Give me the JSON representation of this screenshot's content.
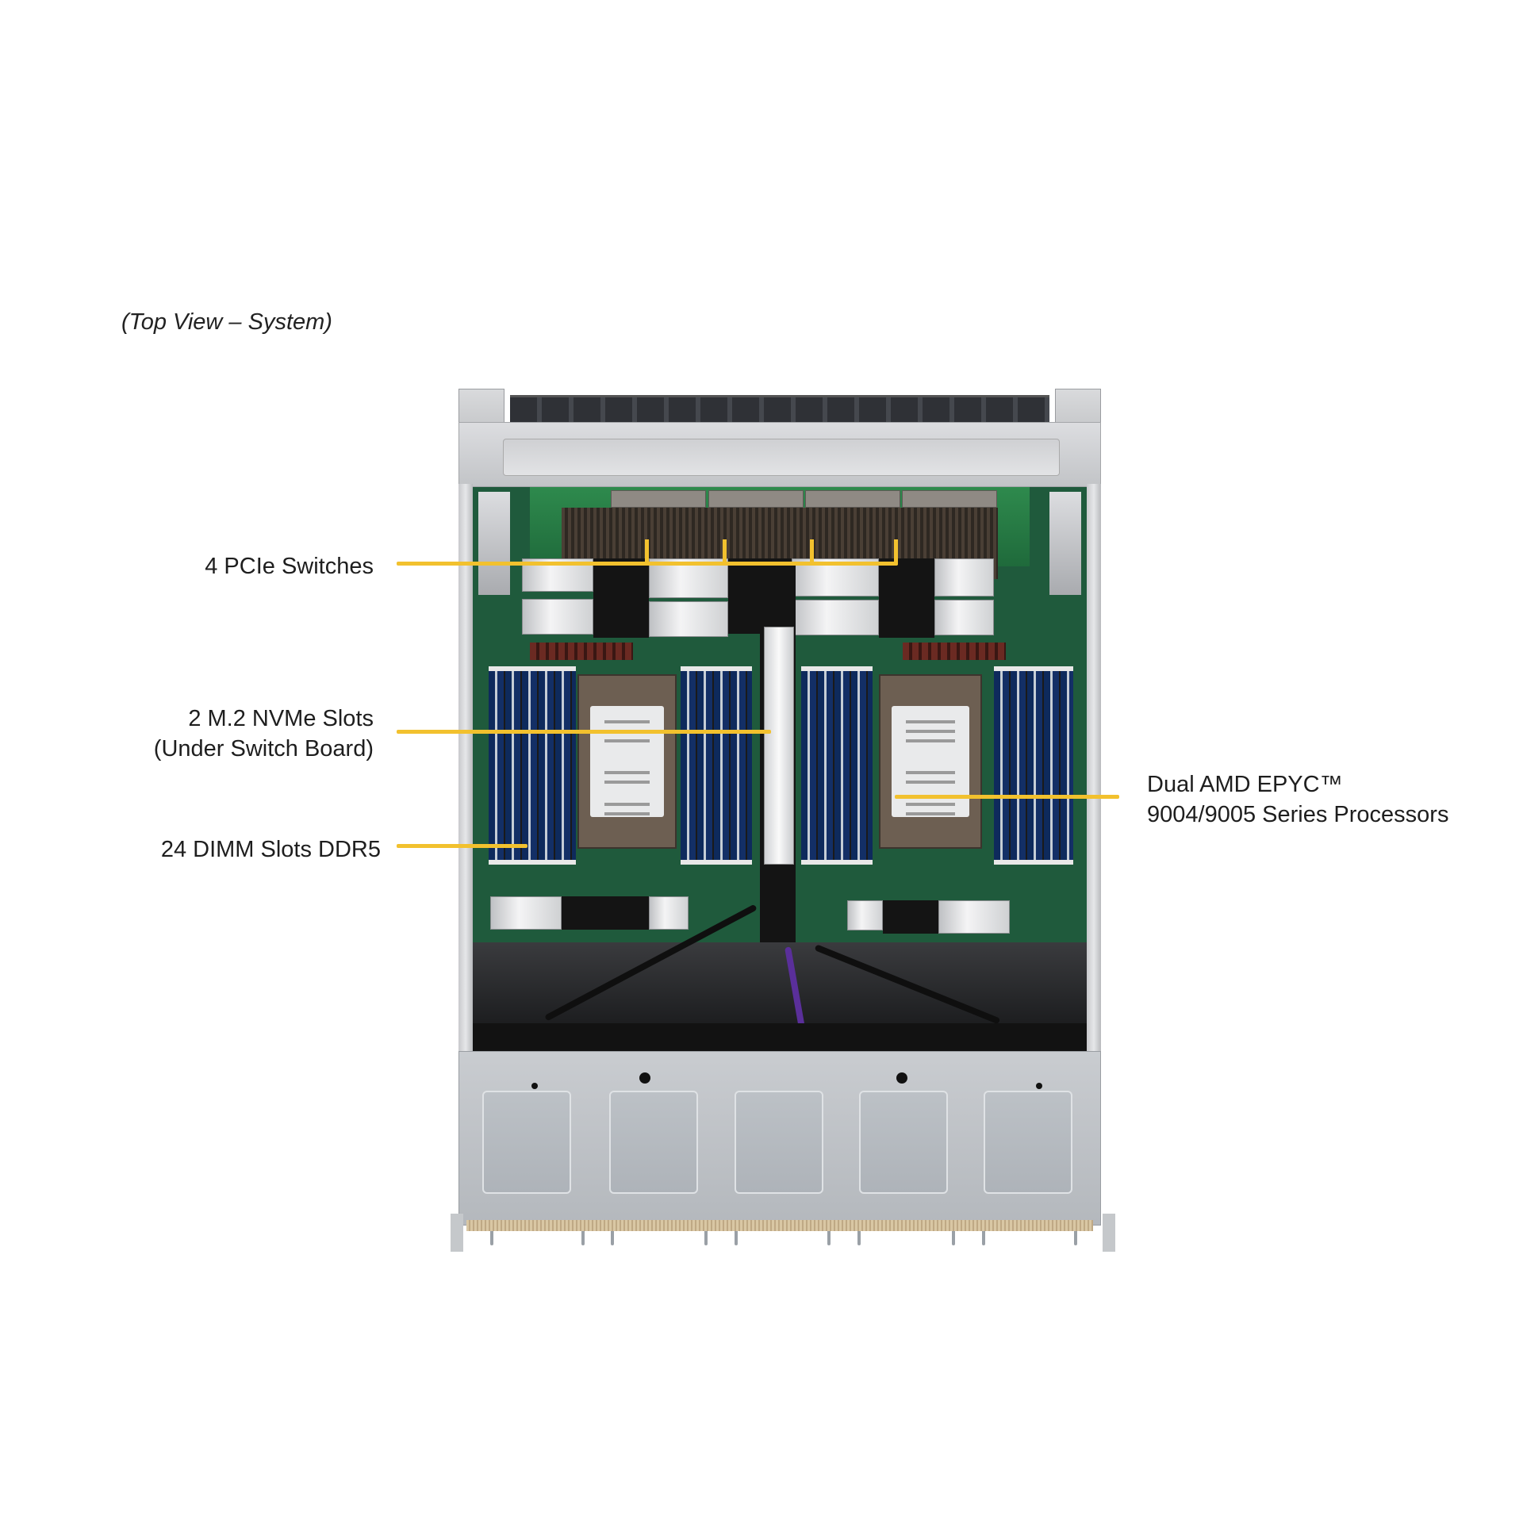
{
  "caption": "(Top View – System)",
  "image": {
    "subject": "server-chassis-top-view",
    "accent_color": "#F2C12E"
  },
  "callouts": [
    {
      "id": "pcie-switches",
      "label_lines": [
        "4 PCIe Switches"
      ],
      "side": "left",
      "target_count": 4
    },
    {
      "id": "m2-nvme",
      "label_lines": [
        "2 M.2 NVMe Slots",
        "(Under Switch Board)"
      ],
      "side": "left"
    },
    {
      "id": "dimm-slots",
      "label_lines": [
        "24 DIMM Slots DDR5"
      ],
      "side": "left"
    },
    {
      "id": "processors",
      "label_lines": [
        "Dual AMD EPYC™",
        "9004/9005 Series Processors"
      ],
      "side": "right"
    }
  ]
}
